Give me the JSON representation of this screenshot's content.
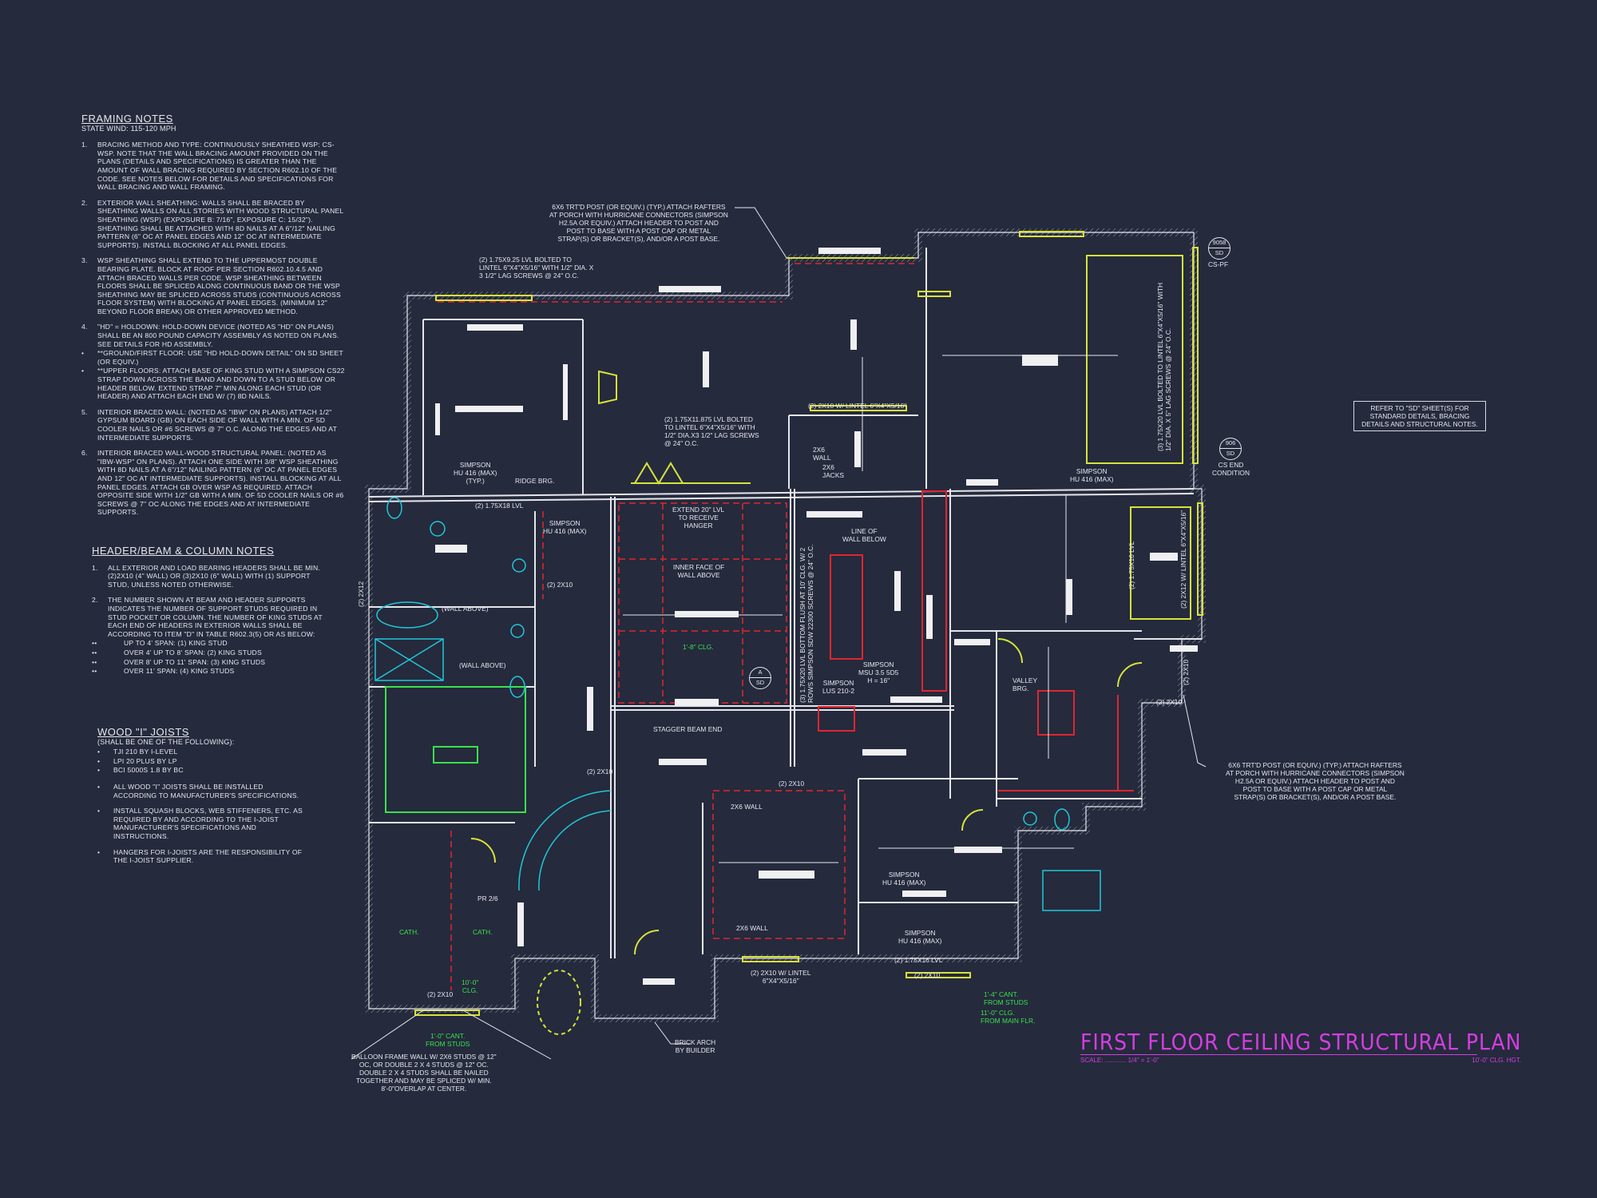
{
  "colors": {
    "background": "#252a3d",
    "walls": "#e6e6ea",
    "beams": "#e0262e",
    "headers": "#d8e23a",
    "stair": "#22c7d6",
    "green_notes": "#39e34a",
    "title": "#d43ee0"
  },
  "framing_notes": {
    "title": "FRAMING NOTES",
    "subtitle": "STATE Wind: 115-120 mph",
    "items": [
      {
        "num": "1.",
        "text": "BRACING METHOD AND TYPE: CONTINUOUSLY SHEATHED WSP: CS-WSP. NOTE THAT THE WALL BRACING AMOUNT PROVIDED ON THE PLANS (DETAILS AND SPECIFICATIONS) IS GREATER THAN THE AMOUNT OF WALL BRACING REQUIRED BY SECTION R602.10 OF THE CODE. SEE NOTES BELOW FOR DETAILS AND SPECIFICATIONS FOR WALL BRACING AND WALL FRAMING."
      },
      {
        "num": "2.",
        "text": "EXTERIOR WALL SHEATHING: WALLS SHALL BE BRACED BY SHEATHING WALLS ON ALL STORIES WITH WOOD STRUCTURAL PANEL SHEATHING (WSP) (EXPOSURE B: 7/16\", EXPOSURE C: 15/32\"). SHEATHING SHALL BE ATTACHED WITH 8d NAILS AT A 6\"/12\" NAILING PATTERN (6\" OC AT PANEL EDGES AND 12\" OC AT INTERMEDIATE SUPPORTS). INSTALL BLOCKING AT ALL PANEL EDGES."
      },
      {
        "num": "3.",
        "text": "WSP SHEATHING SHALL EXTEND TO THE UPPERMOST DOUBLE BEARING PLATE. BLOCK AT ROOF PER SECTION R602.10.4.5 AND ATTACH BRACED WALLS PER CODE. WSP SHEATHING BETWEEN FLOORS SHALL BE SPLICED ALONG CONTINUOUS BAND OR THE WSP SHEATHING MAY BE SPLICED ACROSS STUDS (CONTINUOUS ACROSS FLOOR SYSTEM) WITH BLOCKING AT PANEL EDGES. (MINIMUM 12\" BEYOND FLOOR BREAK) OR OTHER APPROVED METHOD."
      },
      {
        "num": "4.",
        "text": "\"HD\" = HOLDOWN: HOLD-DOWN DEVICE (NOTED AS \"HD\" ON PLANS) SHALL BE AN 800 POUND CAPACITY ASSEMBLY AS NOTED ON PLANS. SEE DETAILS FOR HD ASSEMBLY."
      },
      {
        "num": "•",
        "text": "**GROUND/FIRST FLOOR: USE \"HD HOLD-DOWN DETAIL\" ON SD SHEET (OR EQUIV.)"
      },
      {
        "num": "•",
        "text": "**UPPER FLOORS: ATTACH BASE OF KING STUD WITH A SIMPSON CS22 STRAP DOWN ACROSS THE BAND AND DOWN TO A STUD BELOW OR HEADER BELOW. EXTEND STRAP 7\" MIN ALONG EACH STUD (OR HEADER) AND ATTACH EACH END W/ (7) 8d NAILS."
      },
      {
        "num": "5.",
        "text": "INTERIOR BRACED WALL: (NOTED AS \"IBW\" ON PLANS) ATTACH 1/2\" GYPSUM BOARD (GB) ON EACH SIDE OF WALL WITH A MIN. OF 5d COOLER NAILS OR #6 SCREWS @ 7\" O.C. ALONG THE EDGES AND AT INTERMEDIATE SUPPORTS."
      },
      {
        "num": "6.",
        "text": "INTERIOR BRACED WALL-WOOD STRUCTURAL PANEL: (NOTED AS \"IBW-WSP\" ON PLANS). ATTACH ONE SIDE WITH 3/8\" WSP SHEATHING WITH 8d NAILS AT A 6\"/12\" NAILING PATTERN (6\" OC AT PANEL EDGES AND 12\" OC AT INTERMEDIATE SUPPORTS). INSTALL BLOCKING AT ALL PANEL EDGES. ATTACH GB OVER WSP AS REQUIRED. ATTACH OPPOSITE SIDE WITH 1/2\" GB WITH A MIN. OF 5d COOLER NAILS OR #6 SCREWS @ 7\" OC ALONG THE EDGES AND AT INTERMEDIATE SUPPORTS."
      }
    ]
  },
  "header_notes": {
    "title": "HEADER/BEAM & COLUMN NOTES",
    "items": [
      {
        "num": "1.",
        "text": "ALL EXTERIOR AND LOAD BEARING HEADERS SHALL BE MIN. (2)2x10 (4\" WALL) OR (3)2x10 (6\" WALL) WITH (1) SUPPORT STUD, UNLESS NOTED OTHERWISE."
      },
      {
        "num": "2.",
        "text": "THE NUMBER SHOWN AT BEAM AND HEADER SUPPORTS INDICATES THE NUMBER OF SUPPORT STUDS REQUIRED IN STUD POCKET OR COLUMN. THE NUMBER OF KING STUDS AT EACH END OF HEADERS IN EXTERIOR WALLS SHALL BE ACCORDING TO ITEM \"d\" IN TABLE R602.3(5) OR AS BELOW:"
      }
    ],
    "spans": [
      "UP TO 4' SPAN: (1) KING STUD",
      "OVER 4' UP TO 8' SPAN: (2) KING STUDS",
      "OVER 8' UP TO 11' SPAN: (3) KING STUDS",
      "OVER 11' SPAN: (4) KING STUDS"
    ]
  },
  "joist_notes": {
    "title": "WOOD \"I\" JOISTS",
    "subtitle": "(SHALL BE ONE OF THE FOLLOWING):",
    "options": [
      "TJI 210 BY I-LEVEL",
      "LPI 20 PLUS BY LP",
      "BCI 5000s 1.8 BY BC"
    ],
    "items": [
      "ALL WOOD \"I\" JOISTS SHALL BE INSTALLED ACCORDING TO MANUFACTURER'S SPECIFICATIONS.",
      "INSTALL SQUASH BLOCKS, WEB STIFFENERS, ETC. AS REQUIRED BY AND ACCORDING TO THE I-JOIST MANUFACTURER'S SPECIFICATIONS AND INSTRUCTIONS.",
      "HANGERS FOR I-JOISTS ARE THE RESPONSIBILITY OF THE I-JOIST SUPPLIER."
    ]
  },
  "callouts": {
    "top_post": "6x6 TRT'D POST (OR EQUIV.) (TYP.) ATTACH RAFTERS\nAT PORCH WITH HURRICANE CONNECTORS (SIMPSON\nH2.5A OR EQUIV.) ATTACH HEADER TO POST AND\nPOST TO BASE WITH A POST CAP OR METAL\nSTRAP(S) OR BRACKET(S), AND/OR A POST BASE.",
    "right_post": "6x6 TRT'D POST (OR EQUIV.) (TYP.) ATTACH RAFTERS\nAT PORCH WITH HURRICANE CONNECTORS (SIMPSON\nH2.5A OR EQUIV.) ATTACH HEADER TO POST AND\nPOST TO BASE WITH A POST CAP OR METAL\nSTRAP(S) OR BRACKET(S), AND/OR A POST BASE.",
    "refer": "REFER TO \"SD\" SHEET(S) FOR\nSTANDARD DETAILS, BRACING\nDETAILS AND STRUCTURAL NOTES.",
    "balloon": "BALLOON FRAME WALL w/ 2x6 STUDS @ 12\"\nOC, OR DOUBLE 2 x 4 STUDS @ 12\" OC.\nDOUBLE 2 x 4 STUDS SHALL BE NAILED\nTOGETHER AND MAY BE SPLICED w/ MIN.\n8'-0\"OVERLAP AT CENTER.",
    "brick_arch": "BRICK ARCH\nBY BUILDER",
    "detail_9058": {
      "num": "9058",
      "sheet": "SD",
      "label": "CS-PF"
    },
    "detail_906": {
      "num": "906",
      "sheet": "SD",
      "label": "CS END\nCONDITION"
    },
    "detail_a": {
      "num": "A",
      "sheet": "SD"
    }
  },
  "plan_labels": {
    "lvl_925": "(2) 1.75x9.25 LVL BOLTED TO\nLINTEL 6\"x4\"x5/16\" WITH 1/2\" DIA. x\n3 1/2\" LAG SCREWS @ 24\" O.C.",
    "hu416_typ": "SIMPSON\nHU 416 (MAX)\n(TYP.)",
    "ridge": "RIDGE BRG.",
    "lvl_18": "(2) 1.75x18 LVL",
    "hu416_a": "SIMPSON\nHU 416 (MAX)",
    "x2x10_a": "(2) 2x10",
    "wall_above_a": "(WALL ABOVE)",
    "wall_above_b": "(WALL ABOVE)",
    "x2x12_left": "(2) 2x12",
    "lvl_11875": "(2) 1.75x11.875 LVL BOLTED\nTO LINTEL 6\"x4\"x5/16\" WITH\n1/2\" DIA.x3 1/2\" LAG SCREWS\n@ 24\" O.C.",
    "lintel_top": "(2) 2x10 W/ LINTEL 6\"x4\"x5/16\"",
    "wall_2x6_a": "2x6\nWALL",
    "jacks": "2X6\nJACKS",
    "extend": "EXTEND 20\" LVL\nTO RECEIVE\nHANGER",
    "inner_face": "INNER FACE OF\nWALL ABOVE",
    "line_wall": "LINE OF\nWALL BELOW",
    "clg_18": "1'-8\" CLG.",
    "lvl_20_center": "(3) 1.75x20 LVL BOTTOM FLUSH AT 10' CLG. W/ 2\nROWS SIMPSON SDW 22300 SCREWS @ 24\" O.C.",
    "msu": "SIMPSON\nMSU 3.5 5D5\nH = 16\"",
    "lus": "SIMPSON\nLUS 210-2",
    "stagger": "STAGGER BEAM END",
    "x2x10_b": "(2) 2x10",
    "x2x10_c": "(2) 2x10",
    "wall_2x6_b": "2x6 WALL",
    "wall_2x6_c": "2x6 WALL",
    "lintel_bottom": "(2) 2x10 W/ LINTEL\n6\"x4\"x5/16\"",
    "hu416_b": "SIMPSON\nHU 416 (MAX)",
    "hu416_c": "SIMPSON\nHU 416 (MAX)",
    "lvl_16_bottom": "(2) 1.75x16 LVL",
    "x2x10_d": "(2) 2x10",
    "cant_14": "1'-4\" CANT.\nFROM STUDS",
    "clg_11": "11'-0\" CLG.\nFROM MAIN FLR.",
    "pr": "PR 2/6",
    "cath_a": "CATH.",
    "cath_b": "CATH.",
    "clg_10": "10'-0\"\nCLG.",
    "x2x10_e": "(2) 2x10",
    "cant_10": "1'-0\" CANT.\nFROM STUDS",
    "hu416_d": "SIMPSON\nHU 416 (MAX)",
    "lvl_20_right": "(3) 1.75x20 LVL BOLTED TO LINTEL 6\"x4\"x5/16\" WITH\n1/2\" DIA. x 5\" LAG SCREWS @ 24\" O.C.",
    "lvl_16_right": "(2) 1.75x16 LVL",
    "x2x12_right": "(2) 2x12 W/ LINTEL 6\"x4\"x5/16\"",
    "x2x10_f": "(2) 2x10",
    "x2x10_g": "(2) 2x10",
    "valley": "VALLEY\nBRG."
  },
  "title_block": {
    "title": "FIRST FLOOR CEILING STRUCTURAL PLAN",
    "scale_label": "SCALE: ............ 1/4\" = 1'-0\"",
    "ceiling_height": "10'-0\" CLG. HGT."
  }
}
